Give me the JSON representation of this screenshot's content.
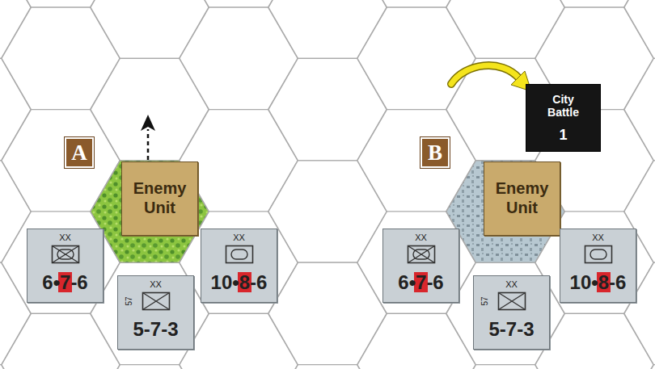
{
  "diagram": {
    "nodes": [
      {
        "text": [
          "A"
        ]
      },
      {
        "text": [
          "Enemy Unit"
        ]
      },
      {
        "text": [
          "XX",
          "6•7-6"
        ]
      },
      {
        "text": [
          "XX",
          "10•8-6"
        ]
      },
      {
        "text": [
          "XX",
          "57",
          "5-7-3"
        ]
      },
      {
        "text": [
          "B"
        ]
      },
      {
        "text": [
          "City Battle",
          "1"
        ]
      },
      {
        "text": [
          "Enemy Unit"
        ]
      },
      {
        "text": [
          "XX",
          "6•7-6"
        ]
      },
      {
        "text": [
          "XX",
          "10•8-6"
        ]
      },
      {
        "text": [
          "XX",
          "57",
          "5-7-3"
        ]
      }
    ]
  }
}
